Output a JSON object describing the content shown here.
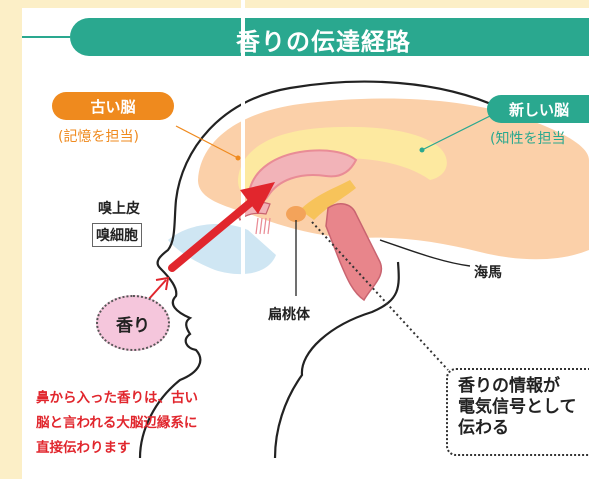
{
  "title": "香りの伝達経路",
  "labels": {
    "old_brain": "古い脳",
    "old_brain_role": "(記憶を担当)",
    "new_brain": "新しい脳",
    "new_brain_role": "(知性を担当",
    "olfactory_epithelium": "嗅上皮",
    "olfactory_cell": "嗅細胞",
    "amygdala": "扁桃体",
    "hippocampus": "海馬",
    "aroma": "香り"
  },
  "note_lines": [
    "鼻から入った香りは、古い",
    "脳と言われる大脳辺縁系に",
    "直接伝わります"
  ],
  "info_lines": [
    "香りの情報が",
    "電気信号として",
    "伝わる"
  ],
  "colors": {
    "background_strip": "#fcefc7",
    "title_bar": "#2aa88f",
    "old_brain_accent": "#ef8a1e",
    "new_brain_accent": "#2aa88f",
    "arrow": "#e1262d",
    "note_text": "#e1262d",
    "cortex": "#fbd0a9",
    "limbic": "#fde9a0",
    "aroma_bubble": "#f5c6dc"
  },
  "icons": {
    "path_arrow": "red-arrow-icon",
    "aroma_arrow": "small-red-arrow-icon"
  }
}
